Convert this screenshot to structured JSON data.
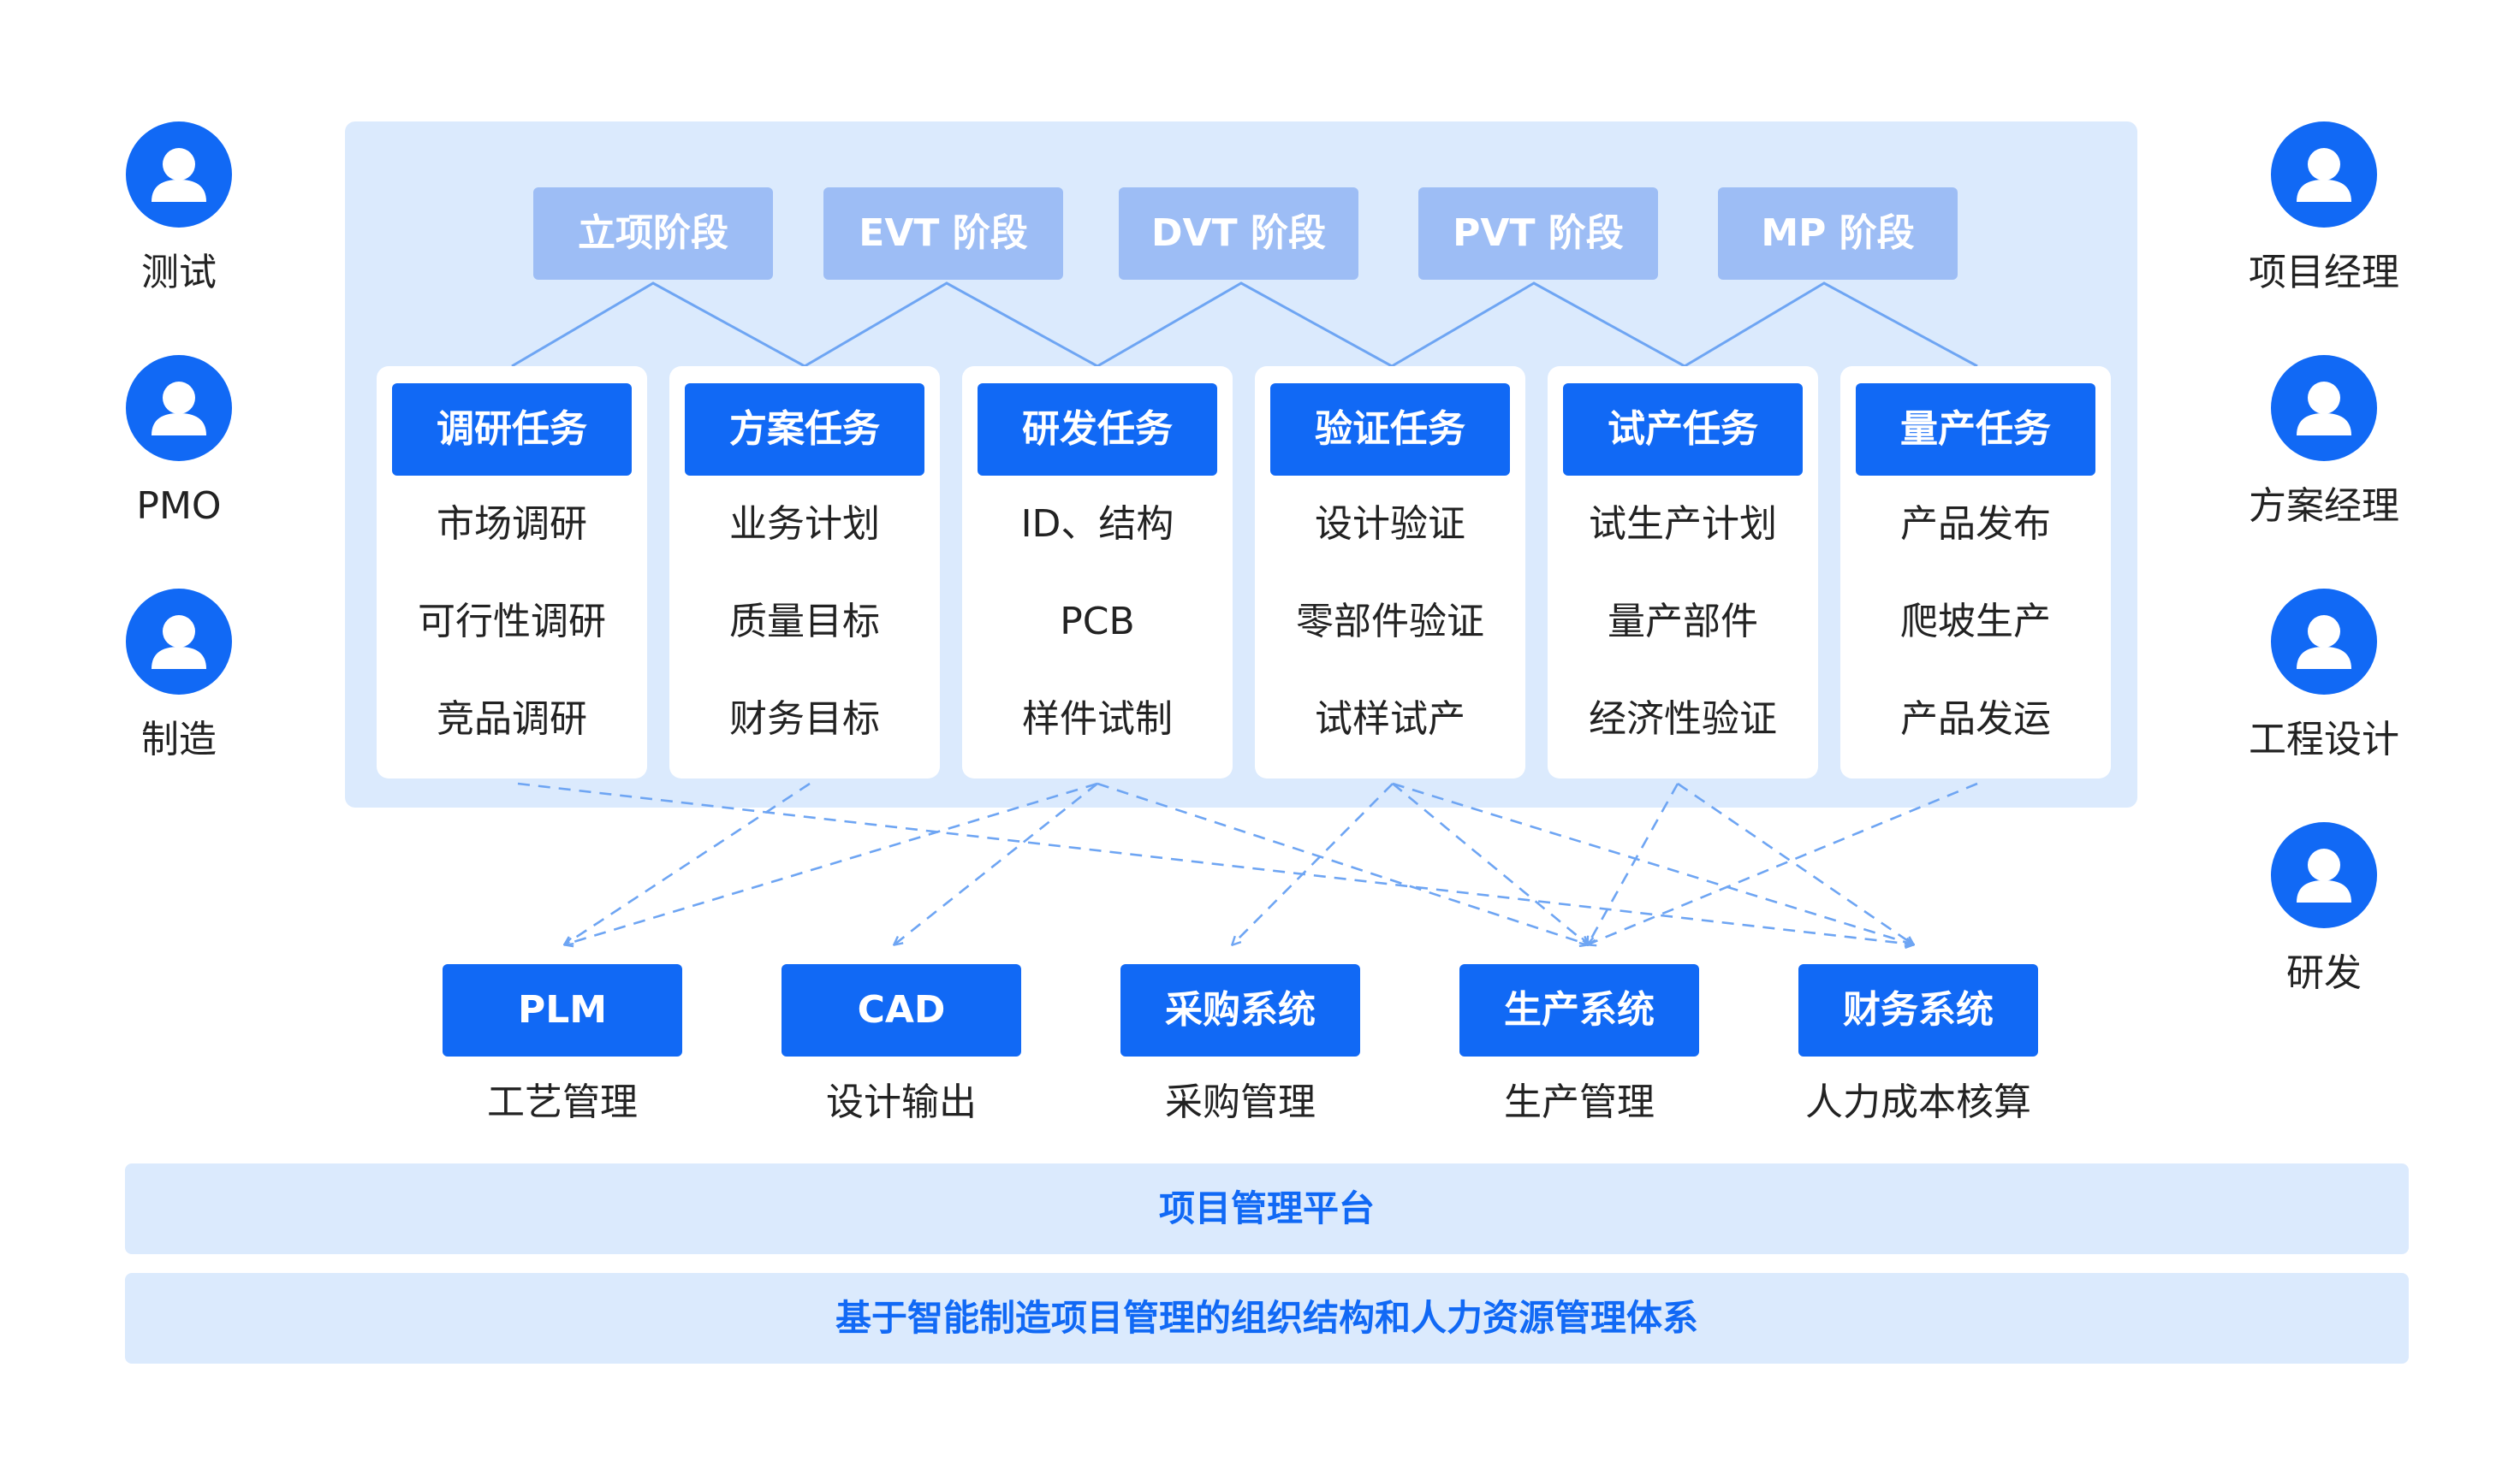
{
  "colors": {
    "primary": "#1169f5",
    "stage": "#9dbdf5",
    "panel": "#dbeafd",
    "line": "#6ea5f3"
  },
  "roles_left": [
    {
      "name": "测试",
      "icon": "user-icon"
    },
    {
      "name": "PMO",
      "icon": "user-icon"
    },
    {
      "name": "制造",
      "icon": "user-icon"
    }
  ],
  "roles_right": [
    {
      "name": "项目经理",
      "icon": "user-icon"
    },
    {
      "name": "方案经理",
      "icon": "user-icon"
    },
    {
      "name": "工程设计",
      "icon": "user-icon"
    },
    {
      "name": "研发",
      "icon": "user-icon"
    }
  ],
  "stages": [
    "立项阶段",
    "EVT 阶段",
    "DVT 阶段",
    "PVT 阶段",
    "MP 阶段"
  ],
  "tasks": [
    {
      "title": "调研任务",
      "items": [
        "市场调研",
        "可行性调研",
        "竞品调研"
      ]
    },
    {
      "title": "方案任务",
      "items": [
        "业务计划",
        "质量目标",
        "财务目标"
      ]
    },
    {
      "title": "研发任务",
      "items": [
        "ID、结构",
        "PCB",
        "样件试制"
      ]
    },
    {
      "title": "验证任务",
      "items": [
        "设计验证",
        "零部件验证",
        "试样试产"
      ]
    },
    {
      "title": "试产任务",
      "items": [
        "试生产计划",
        "量产部件",
        "经济性验证"
      ]
    },
    {
      "title": "量产任务",
      "items": [
        "产品发布",
        "爬坡生产",
        "产品发运"
      ]
    }
  ],
  "systems": [
    {
      "name": "PLM",
      "label": "工艺管理"
    },
    {
      "name": "CAD",
      "label": "设计输出"
    },
    {
      "name": "采购系统",
      "label": "采购管理"
    },
    {
      "name": "生产系统",
      "label": "生产管理"
    },
    {
      "name": "财务系统",
      "label": "人力成本核算"
    }
  ],
  "platform": "项目管理平台",
  "foundation": "基于智能制造项目管理的组织结构和人力资源管理体系"
}
